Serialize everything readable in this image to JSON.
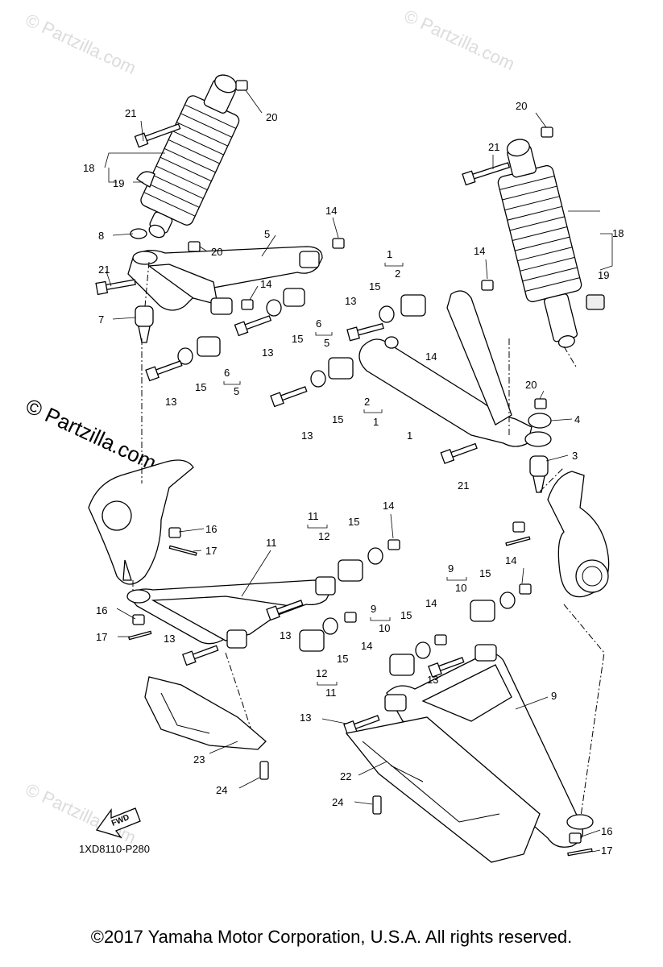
{
  "watermarks": {
    "small": "© Partzilla.com",
    "big": "© Partzilla.com"
  },
  "diagram_code": "1XD8110-P280",
  "fwd_label": "FWD",
  "copyright": "©2017  Yamaha Motor Corporation, U.S.A. All rights reserved.",
  "callouts": {
    "c20a": "20",
    "c21a": "21",
    "c18a": "18",
    "c19a": "19",
    "c8": "8",
    "c20b": "20",
    "c5": "5",
    "c14a": "14",
    "c21b": "21",
    "c14b": "14",
    "c7": "7",
    "c15a": "15",
    "c6a": "6",
    "c5a": "5",
    "c13a": "13",
    "c15b": "15",
    "c6b": "6",
    "c5b": "5",
    "c13b": "13",
    "c20c": "20",
    "c21c": "21",
    "c18b": "18",
    "c19b": "19",
    "c14c": "14",
    "c1a": "1",
    "c2a": "2",
    "c15c": "15",
    "c13c": "13",
    "c14d": "14",
    "c2b": "2",
    "c1b": "1",
    "c15d": "15",
    "c13d": "13",
    "c1c": "1",
    "c20d": "20",
    "c4": "4",
    "c3": "3",
    "c21d": "21",
    "c16a": "16",
    "c17a": "17",
    "c14e": "14",
    "c11a": "11",
    "c12a": "12",
    "c15e": "15",
    "c16b": "16",
    "c17b": "17",
    "c11b": "11",
    "c13e": "13",
    "c15f": "15",
    "c14f": "14",
    "c12b": "12",
    "c11c": "11",
    "c13f": "13",
    "c9a": "9",
    "c10a": "10",
    "c15g": "15",
    "c14g": "14",
    "c9b": "9",
    "c10b": "10",
    "c15h": "15",
    "c14h": "14",
    "c13g": "13",
    "c9c": "9",
    "c13h": "13",
    "c23": "23",
    "c24a": "24",
    "c22": "22",
    "c24b": "24",
    "c16c": "16",
    "c17c": "17"
  }
}
